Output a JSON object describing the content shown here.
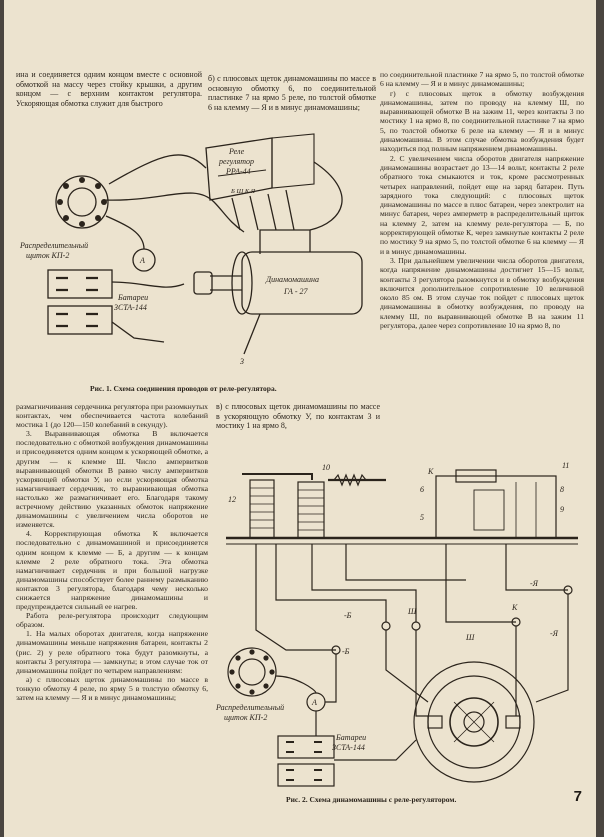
{
  "page_number": "7",
  "columns": {
    "top_left": [
      "ина и соединяется одним концом вместе с основной обмоткой на массу через стойку крышки, а другим концом — с верхним контактом регулятора. Ускоряющая обмотка служит для быстрого"
    ],
    "top_mid": [
      "б) с плюсовых щеток динамомашины по массе в основную обмотку 6, по соединительной пластинке 7 на ярмо 5 реле, по толстой обмотке 6 на клемму — Я и в минус динамомашины;"
    ],
    "top_right": [
      "по соединительной пластинке 7 на ярмо 5, по толстой обмотке 6 на клемму — Я и в минус динамомашины;",
      "г) с плюсовых щеток в обмотку возбуждения динамомашины, затем по проводу на клемму Ш, по выравнивающей обмотке В на зажим 11, через контакты 3 по мостику 1 на ярмо 8, по соединительной пластинке 7 на ярмо 5, по толстой обмотке 6 реле на клемму — Я и в минус динамомашины. В этом случае обмотка возбуждения будет находиться под полным напряжением динамомашины.",
      "2. С увеличением числа оборотов двигателя напряжение динамомашины возрастает до 13—14 вольт, контакты 2 реле обратного тока смыкаются и ток, кроме рассмотренных четырех направлений, пойдет еще на заряд батареи. Путь зарядного тока следующий: с плюсовых щеток динамомашины по массе в плюс батареи, через электролит на минус батареи, через амперметр в распределительный щиток на клемму 2, затем на клемму реле-регулятора — Б, по корректирующей обмотке К, через замкнутые контакты 2 реле по мостику 9 на ярмо 5, по толстой обмотке 6 на клемму — Я и в минус динамомашины.",
      "3. При дальнейшем увеличении числа оборотов двигателя, когда напряжение динамомашины достигнет 15—15 вольт, контакты 3 регулятора разомкнутся и в обмотку возбуждения включится дополнительное сопротивление 10 величиной около 85 ом. В этом случае ток пойдет с плюсовых щеток динамомашины в обмотку возбуждения, по проводу на клемму Ш, по выравнивающей обмотке В на зажим 11 регулятора, далее через сопротивление 10 на ярмо 8, по"
    ],
    "bottom_left": [
      "размагничивания сердечника регулятора при разомкнутых контактах, чем обеспечивается частота колебаний мостика 1 (до 120—150 колебаний в секунду).",
      "3. Выравнивающая обмотка В включается последовательно с обмоткой возбуждения динамомашины и присоединяется одним концом к ускоряющей обмотке, а другим — к клемме Ш. Число ампервитков выравнивающей обмотки В равно числу ампервитков ускоряющей обмотки У, но если ускоряющая обмотка намагничивает сердечник, то выравнивающая обмотка настолько же размагничивает его. Благодаря такому встречному действию указанных обмоток напряжение динамомашины с увеличением числа оборотов не изменяется.",
      "4. Корректирующая обмотка К включается последовательно с динамомашиной и присоединяется одним концом к клемме — Б, а другим — к концам клемме 2 реле обратного тока. Эта обмотка намагничивает сердечник и при большой нагрузке динамомашины способствует более раннему размыканию контактов 3 регулятора, благодаря чему несколько снижается напряжение динамомашины и предупреждается сильный ее нагрев.",
      "Работа реле-регулятора происходит следующим образом.",
      "1. На малых оборотах двигателя, когда напряжение динамомашины меньше напряжения батареи, контакты 2 (рис. 2) у реле обратного тока будут разомкнуты, а контакты 3 регулятора — замкнуты; в этом случае ток от динамомашины пойдет по четырем направлениям:",
      "а) с плюсовых щеток динамомашины по массе в тонкую обмотку 4 реле, по ярму 5 в толстую обмотку 6, затем на клемму — Я и в минус динамомашины;"
    ],
    "bottom_mid": [
      "в) с плюсовых щеток динамомашины по массе в ускоряющую обмотку У, по контактам 3 и мостику 1 на ярмо 8,"
    ]
  },
  "figure1": {
    "caption": "Рис. 1. Схема соединения проводов от реле-регулятора.",
    "labels": {
      "relay_l1": "Реле",
      "relay_l2": "регулятор",
      "relay_l3": "РРА-44",
      "terminals": "Б Ш К Я",
      "gen_l1": "Динамомашина",
      "gen_l2": "ГА - 27",
      "dist_l1": "Распределительный",
      "dist_l2": "щиток КП-2",
      "ammeter": "А",
      "bat_l1": "Батареи",
      "bat_l2": "3СТА-144",
      "n3": "3"
    }
  },
  "figure2": {
    "caption": "Рис. 2. Схема динамомашины с реле-регулятором.",
    "labels": {
      "n10": "10",
      "n12": "12",
      "n11": "11",
      "n8": "8",
      "n9": "9",
      "n6": "6",
      "n5": "5",
      "nK": "К",
      "minusB": "-Б",
      "minusYa": "-Я",
      "Sh": "Ш",
      "Sh2": "Ш",
      "K2": "К",
      "minusYa2": "-Я",
      "minusB2": "-Б",
      "ammeter": "А",
      "dist_l1": "Распределительный",
      "dist_l2": "щиток КП-2",
      "bat_l1": "Батареи",
      "bat_l2": "3СТА-144"
    }
  },
  "colors": {
    "paper": "#ece3cf",
    "ink": "#2b241c",
    "background": "#4a4540"
  }
}
